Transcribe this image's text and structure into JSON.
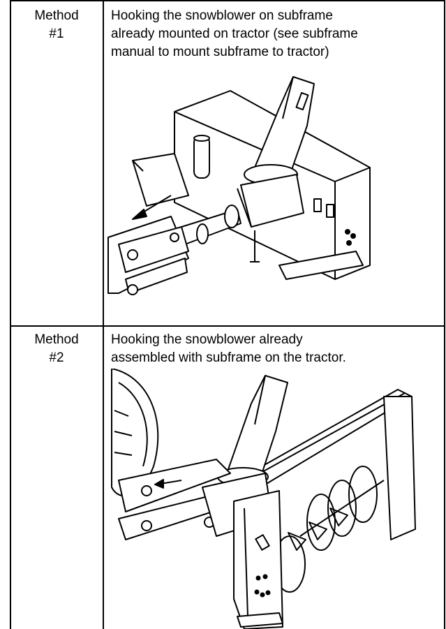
{
  "rows": [
    {
      "method_line1": "Method",
      "method_line2": "#1",
      "description_line1": "Hooking the snowblower on subframe",
      "description_line2": "already mounted on tractor (see subframe",
      "description_line3": "manual to mount subframe to tractor)",
      "illustration": "snowblower-on-subframe-drawing"
    },
    {
      "method_line1": "Method",
      "method_line2": "#2",
      "description_line1": "Hooking the snowblower already",
      "description_line2": "assembled with subframe on the tractor.",
      "illustration": "snowblower-assembled-drawing"
    }
  ]
}
